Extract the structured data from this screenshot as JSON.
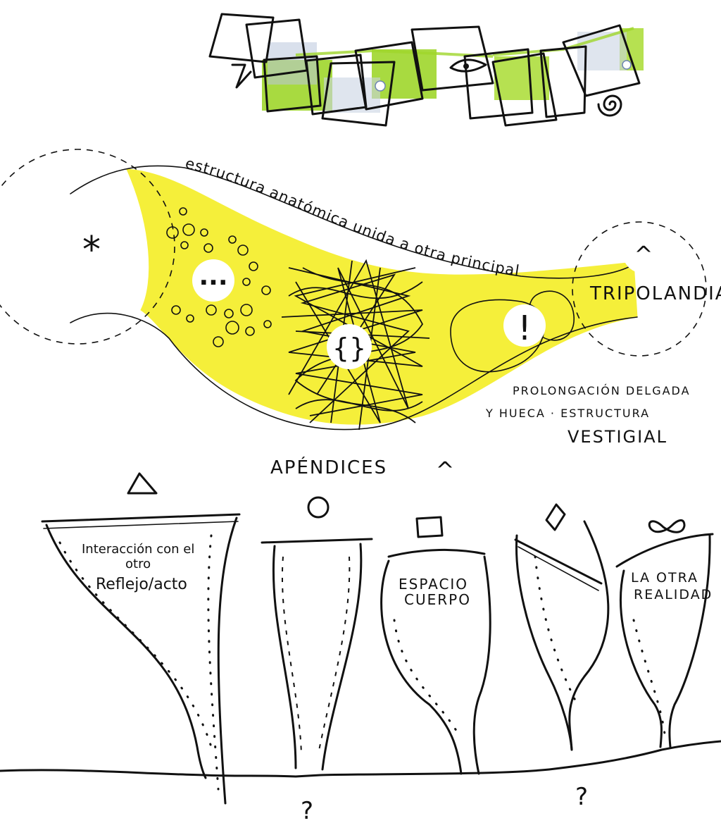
{
  "labels": {
    "arc_text": "estructura anatómica unida a otra principal",
    "tripolandia": "TRIPOLANDIA",
    "prolongacion_1": "PROLONGACIÓN DELGADA",
    "prolongacion_2": "Y HUECA · ESTRUCTURA",
    "prolongacion_3": "VESTIGIAL",
    "apendices": "APÉNDICES",
    "appendix_1_line1": "Interacción con el",
    "appendix_1_line2": "otro",
    "appendix_1_line3": "Reflejo/acto",
    "appendix_3_line1": "ESPACIO",
    "appendix_3_line2": "CUERPO",
    "appendix_5_line1": "LA OTRA",
    "appendix_5_line2": "REALIDAD"
  },
  "symbols": {
    "asterisk": "*",
    "ellipsis": "...",
    "braces": "{}",
    "exclamation": "!",
    "caret": "^",
    "question": "?"
  },
  "colors": {
    "ink": "#111111",
    "yellow": "#f5ef3a",
    "green": "#9fd62b",
    "blue_wash": "#b9c6dc",
    "paper": "#ffffff"
  }
}
